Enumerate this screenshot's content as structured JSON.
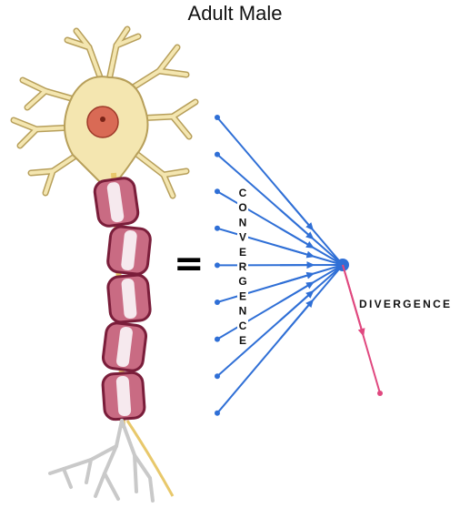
{
  "title": "Adult Male",
  "equals_sign": "=",
  "convergence_letters": [
    "C",
    "O",
    "N",
    "V",
    "E",
    "R",
    "G",
    "E",
    "N",
    "C",
    "E"
  ],
  "divergence_label": "DIVERGENCE",
  "colors": {
    "input_lines": "#2f6fd6",
    "output_line": "#e0487f",
    "soma": "#f4e6b0",
    "soma_outline": "#b79f5a",
    "nucleus": "#d96a55",
    "myelin": "#c96b83",
    "myelin_outline": "#7a1d3a",
    "terminals": "#c9c9c9"
  },
  "diagram": {
    "input_count": 9,
    "output_count": 1
  }
}
